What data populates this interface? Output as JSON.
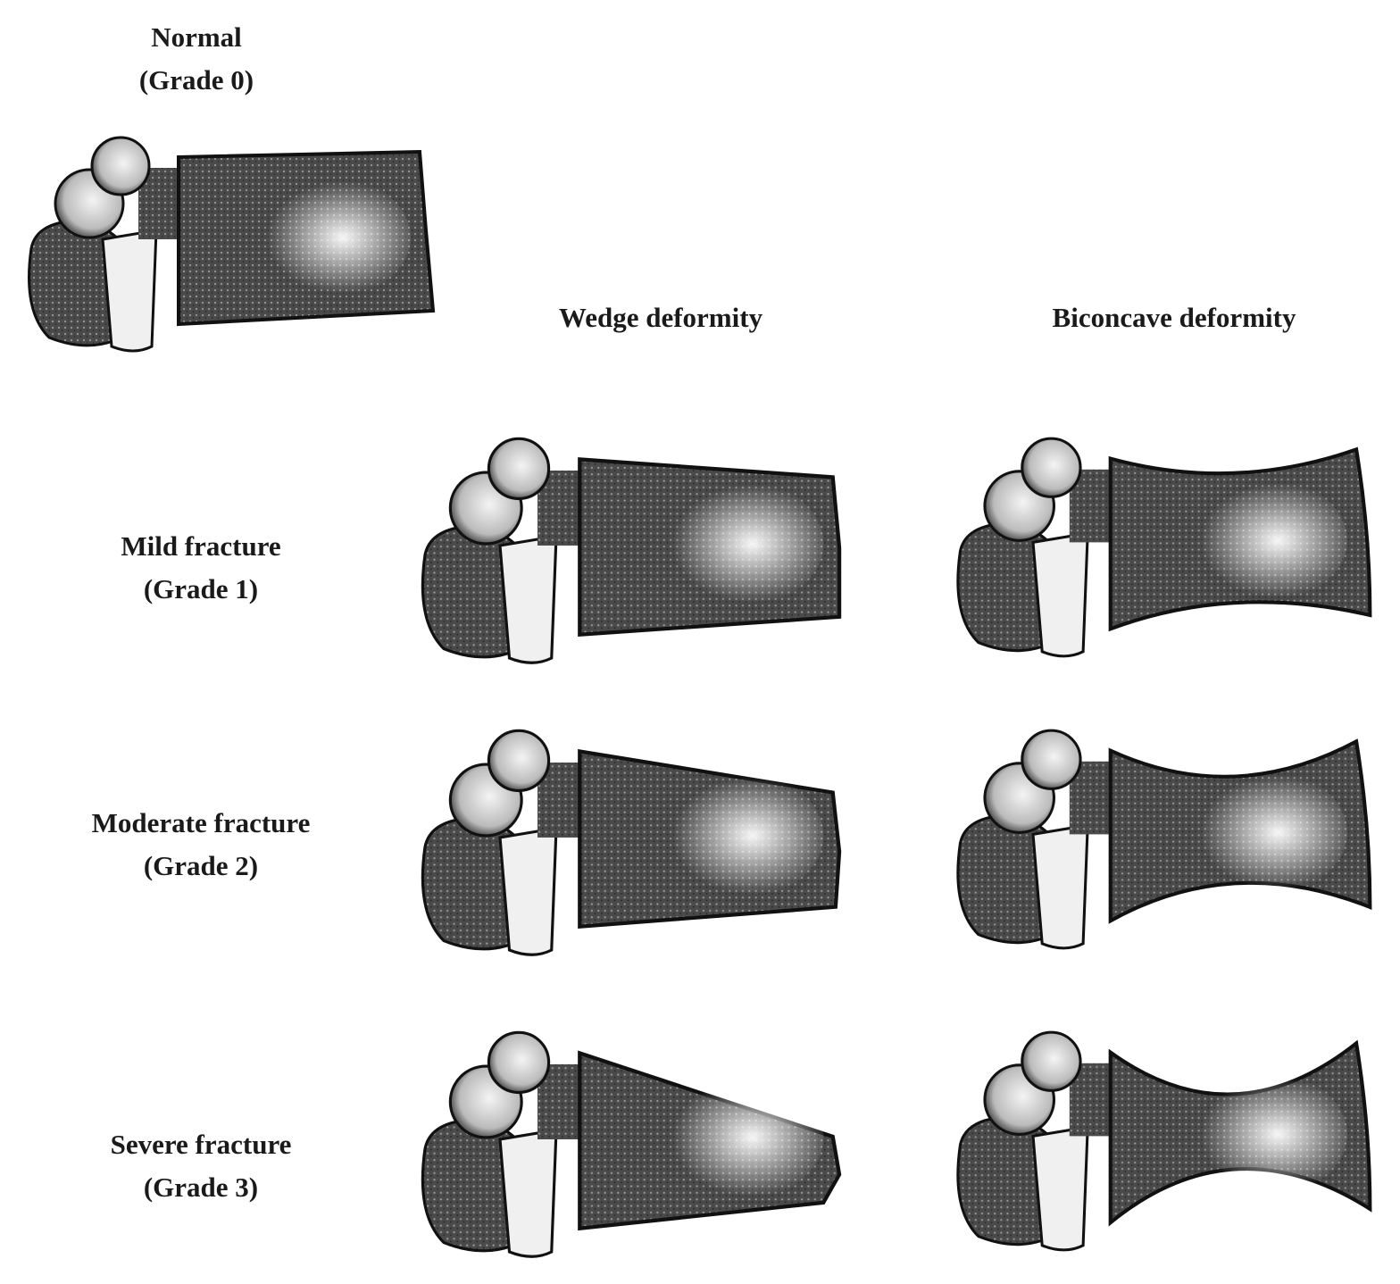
{
  "columns": {
    "wedge": "Wedge deformity",
    "biconcave": "Biconcave deformity"
  },
  "rows": [
    {
      "name": "Normal",
      "grade": "(Grade 0)"
    },
    {
      "name": "Mild fracture",
      "grade": "(Grade 1)"
    },
    {
      "name": "Moderate fracture",
      "grade": "(Grade 2)"
    },
    {
      "name": "Severe fracture",
      "grade": "(Grade 3)"
    }
  ],
  "colors": {
    "ink": "#1a1a1a",
    "bone_shade": "#3a3a3a",
    "bone_light": "#f2f2f2"
  }
}
